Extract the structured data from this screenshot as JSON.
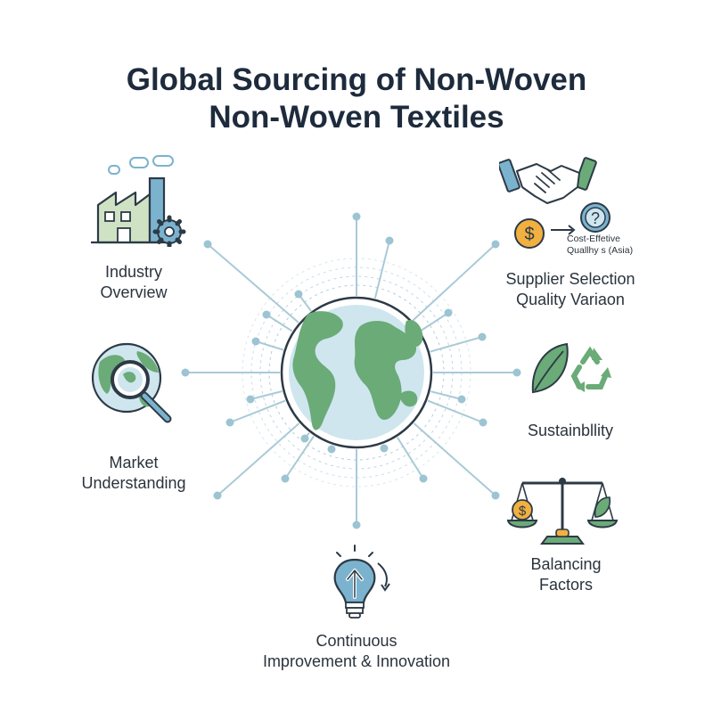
{
  "title": {
    "line1": "Global Sourcing of Non-Woven",
    "line2": "Non-Woven Textiles"
  },
  "nodes": {
    "industry_overview": {
      "line1": "Industry",
      "line2": "Overview",
      "icon": "factory-gear-icon"
    },
    "supplier_selection": {
      "line1": "Supplier Selection",
      "line2": "Quality Variaon",
      "icon": "handshake-icon",
      "note_line1": "Cost-Effetive",
      "note_line2": "Quallhy s (Asia)",
      "dollar_symbol": "$",
      "question_symbol": "?"
    },
    "market_understanding": {
      "line1": "Market",
      "line2": "Understanding",
      "icon": "globe-magnifier-icon"
    },
    "sustainability": {
      "line1": "Sustainbllity",
      "icon": "leaf-recycle-icon"
    },
    "balancing_factors": {
      "line1": "Balancing",
      "line2": "Factors",
      "icon": "scale-icon",
      "dollar_symbol": "$"
    },
    "continuous_improvement": {
      "line1": "Continuous",
      "line2": "Improvement & Innovation",
      "icon": "lightbulb-arrow-icon"
    }
  },
  "colors": {
    "ray": "#a9cad6",
    "dot": "#9cc4d3",
    "ocean": "#cfe6ef",
    "land": "#6aab78",
    "outline": "#2d3a46",
    "green_fill": "#cfe3c4",
    "blue_fill": "#7bb3cf",
    "coin": "#f2b040"
  }
}
